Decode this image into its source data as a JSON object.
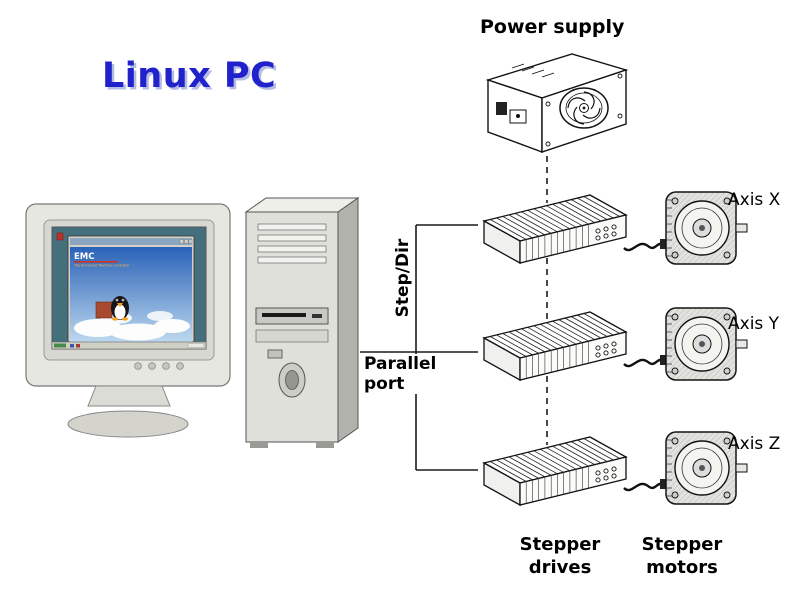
{
  "title": "Linux PC",
  "labels": {
    "power_supply": "Power supply",
    "step_dir": "Step/Dir",
    "parallel_port": "Parallel\nport",
    "stepper_drives": "Stepper\ndrives",
    "stepper_motors": "Stepper\nmotors"
  },
  "axes": [
    {
      "label": "Axis X"
    },
    {
      "label": "Axis Y"
    },
    {
      "label": "Axis Z"
    }
  ],
  "monitor_screen": {
    "app_name": "EMC",
    "app_tagline": "The Enhanced Machine Controller"
  },
  "colors": {
    "title": "#2222cc",
    "title_shadow": "#b4bce4",
    "line": "#1a1a1a"
  }
}
